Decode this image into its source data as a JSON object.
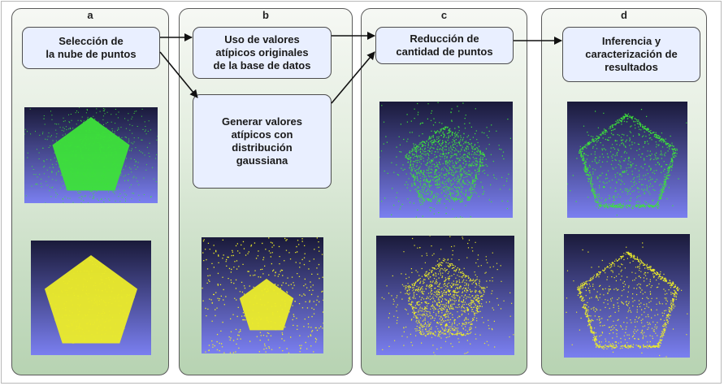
{
  "panels": [
    {
      "label": "a"
    },
    {
      "label": "b"
    },
    {
      "label": "c"
    },
    {
      "label": "d"
    }
  ],
  "boxes": {
    "a": "Selección de\nla nube de puntos",
    "b1": "Uso de valores\natípicos originales\nde la base de datos",
    "b2": "Generar valores\natípicos con\ndistribución\ngaussiana",
    "c": "Reducción de\ncantidad de puntos",
    "d": "Inferencia y\ncaracterización de\nresultados"
  },
  "colors": {
    "green_points": "#3de23a",
    "yellow_points": "#ecec2a",
    "background_top": "#1a1a3a",
    "background_bottom": "#7a7ff0"
  }
}
